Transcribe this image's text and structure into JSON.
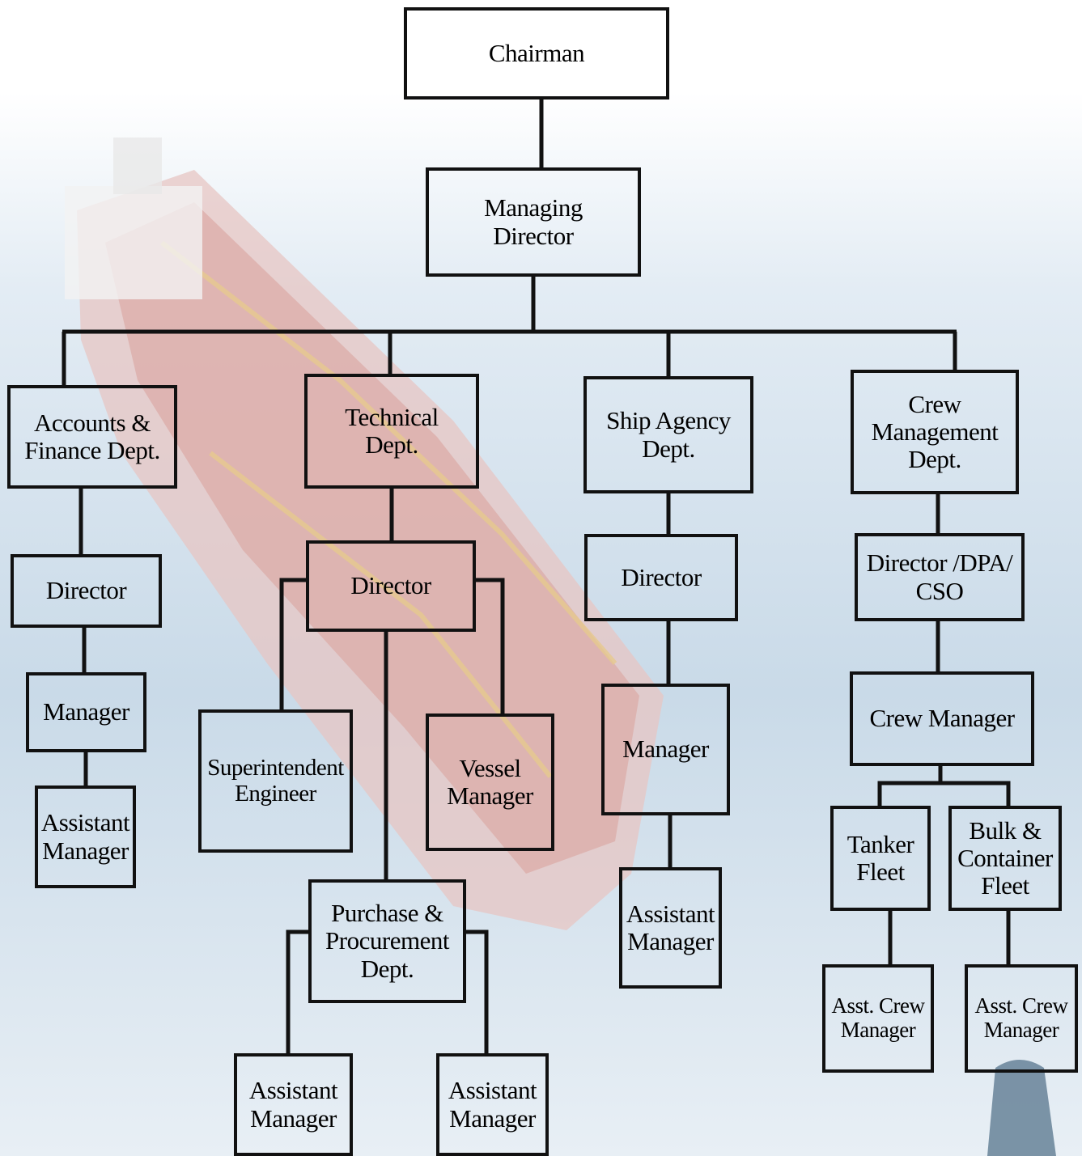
{
  "nodes": {
    "chairman": "Chairman",
    "managing_director": "Managing\nDirector",
    "accounts_finance": "Accounts &\nFinance Dept.",
    "technical": "Technical\nDept.",
    "ship_agency": "Ship Agency\nDept.",
    "crew_management": "Crew\nManagement\nDept.",
    "af_director": "Director",
    "af_manager": "Manager",
    "af_assistant_manager": "Assistant\nManager",
    "tech_director": "Director",
    "superintendent_engineer": "Superintendent\nEngineer",
    "vessel_manager": "Vessel\nManager",
    "purchase_procurement": "Purchase &\nProcurement\nDept.",
    "pp_assistant_manager_1": "Assistant\nManager",
    "pp_assistant_manager_2": "Assistant\nManager",
    "sa_director": "Director",
    "sa_manager": "Manager",
    "sa_assistant_manager": "Assistant\nManager",
    "crew_director": "Director /DPA/\nCSO",
    "crew_manager": "Crew Manager",
    "tanker_fleet": "Tanker\nFleet",
    "bulk_container_fleet": "Bulk &\nContainer\nFleet",
    "asst_crew_manager_1": "Asst. Crew\nManager",
    "asst_crew_manager_2": "Asst. Crew\nManager"
  },
  "colors": {
    "line": "#111111",
    "sky": "#e9f0f6",
    "sea": "#b9cfe0",
    "hull": "#d7a9a6",
    "deck": "#e8c2bd"
  }
}
